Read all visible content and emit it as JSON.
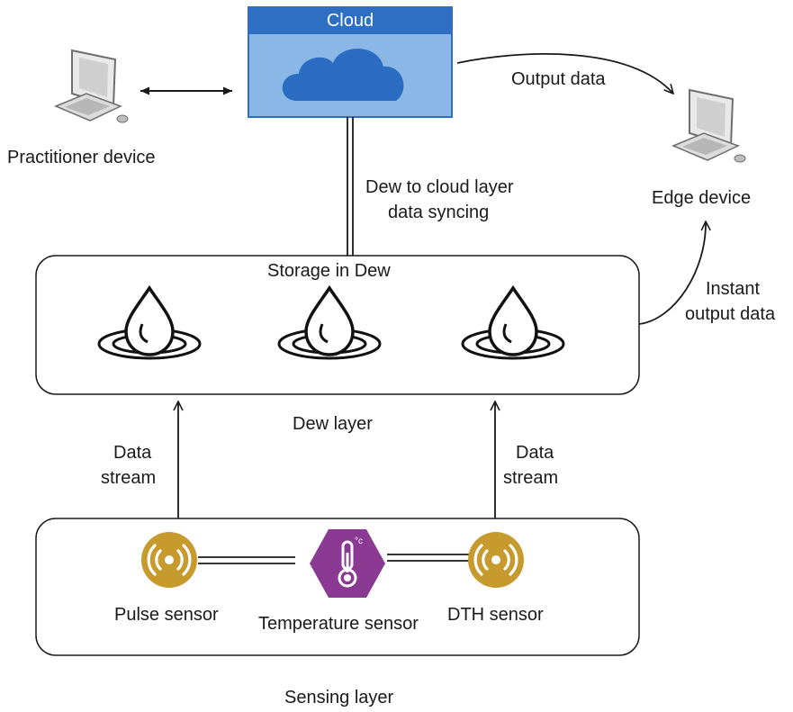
{
  "cloud": {
    "title": "Cloud",
    "icon": "cloud-icon"
  },
  "practitioner": {
    "label": "Practitioner device",
    "icon": "desktop-computer-icon"
  },
  "edge": {
    "label": "Edge device",
    "icon": "desktop-computer-icon"
  },
  "links": {
    "output_data": "Output data",
    "sync_line1": "Dew to cloud layer",
    "sync_line2": "data syncing",
    "instant_line1": "Instant",
    "instant_line2": "output data",
    "stream_left_line1": "Data",
    "stream_left_line2": "stream",
    "stream_right_line1": "Data",
    "stream_right_line2": "stream"
  },
  "dew": {
    "storage_label": "Storage in Dew",
    "layer_label": "Dew layer",
    "drops": [
      "dew-drop-icon",
      "dew-drop-icon",
      "dew-drop-icon"
    ]
  },
  "sensing": {
    "layer_label": "Sensing layer",
    "pulse": "Pulse sensor",
    "temperature": "Temperature sensor",
    "dth": "DTH sensor",
    "temp_unit": "°c"
  },
  "colors": {
    "cloud_header": "#2e6fc4",
    "cloud_body": "#8ab7e6",
    "cloud_shape": "#2a6dc3",
    "sensor_gold": "#c79a2d",
    "temperature_purple": "#8b3a93"
  }
}
